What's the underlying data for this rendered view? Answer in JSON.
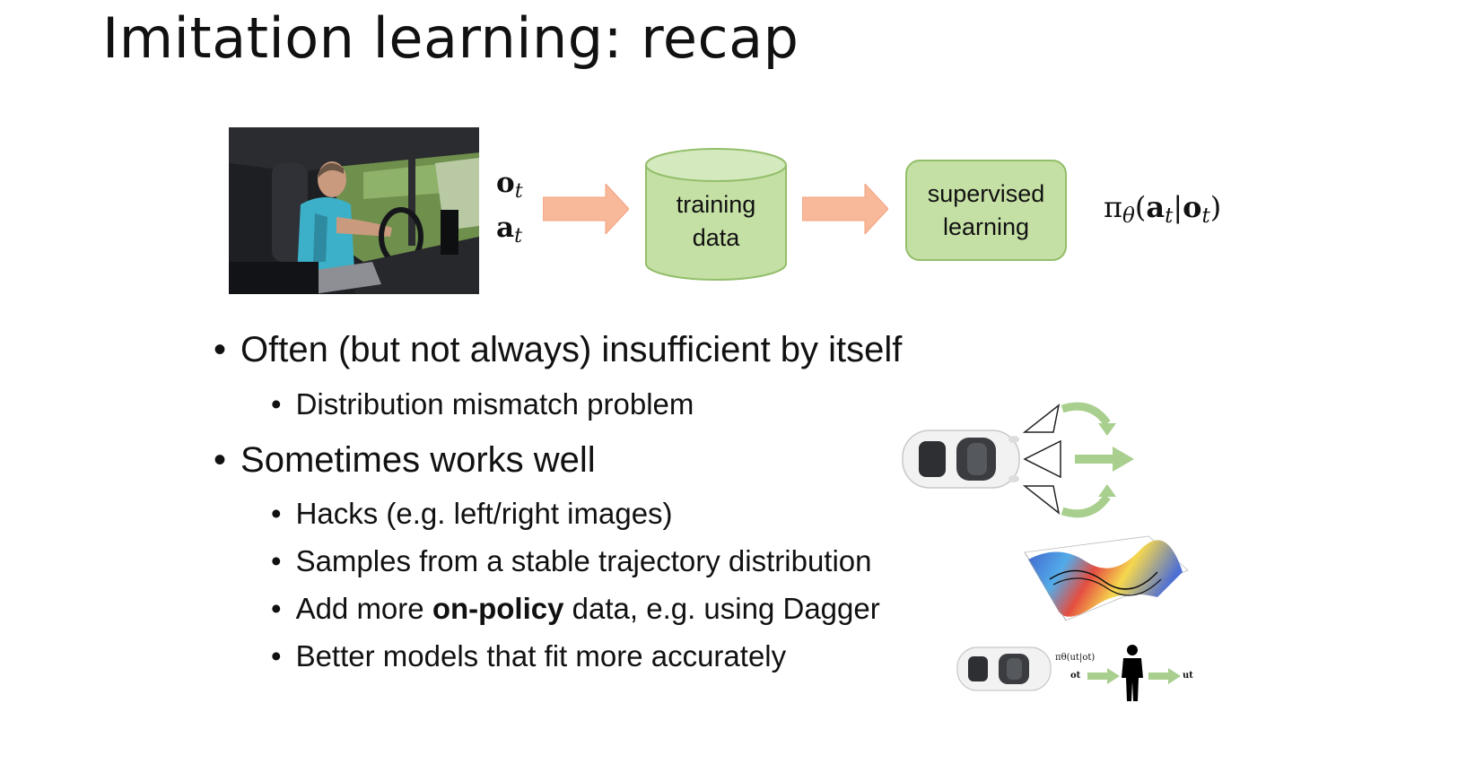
{
  "title": "Imitation learning: recap",
  "diagram": {
    "obs_symbol": "o",
    "act_symbol": "a",
    "subscript": "t",
    "data_box": {
      "line1": "training",
      "line2": "data"
    },
    "learn_box": {
      "line1": "supervised",
      "line2": "learning"
    },
    "policy_symbol": "π",
    "policy_sub": "θ"
  },
  "bullets": [
    {
      "text": "Often (but not always) insufficient by itself",
      "sub": [
        {
          "text": "Distribution mismatch problem"
        }
      ]
    },
    {
      "text": "Sometimes works well",
      "sub": [
        {
          "text": "Hacks (e.g. left/right images)"
        },
        {
          "text": "Samples from a stable trajectory distribution"
        },
        {
          "pre": "Add more ",
          "bold": "on-policy",
          "post": " data, e.g. using Dagger"
        },
        {
          "text": "Better models that fit more accurately"
        }
      ]
    }
  ],
  "mini_diagram": {
    "policy": "πθ(ut|ot)",
    "obs": "ot",
    "act": "ut"
  },
  "colors": {
    "arrow": "#f8b89a",
    "box_fill": "#c5e0a5",
    "box_stroke": "#93be6a",
    "green_arrow": "#a9cf8e"
  },
  "icons": [
    "driver-photo",
    "car-topview-cameras",
    "surface-plot",
    "car-person"
  ]
}
